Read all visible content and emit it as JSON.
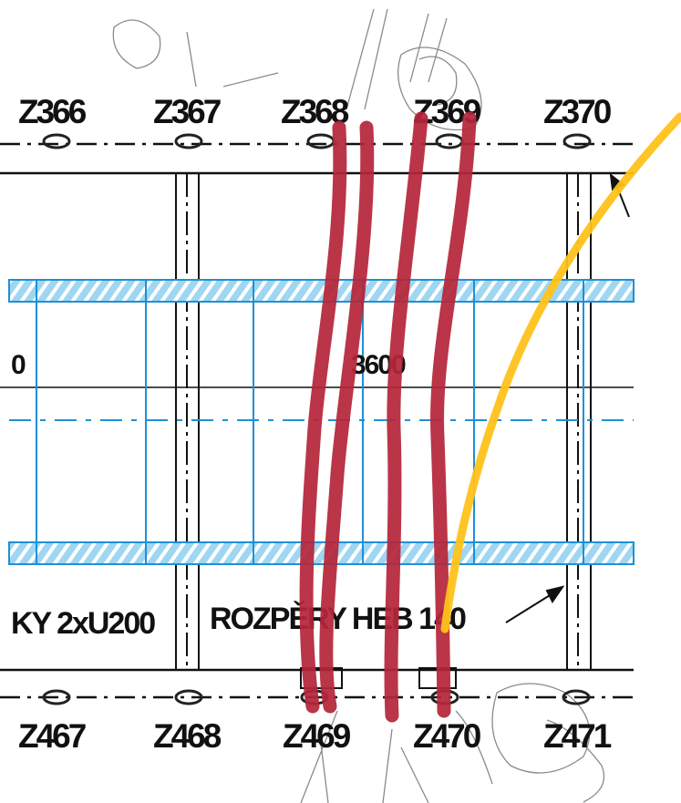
{
  "top_labels": [
    "Z366",
    "Z367",
    "Z368",
    "Z369",
    "Z370"
  ],
  "bottom_labels": [
    "Z467",
    "Z468",
    "Z469",
    "Z470",
    "Z471"
  ],
  "dimension_text": "3600",
  "left_edge_text": "0",
  "left_note": "KY 2xU200",
  "note": "ROZPĚRY HEB 140",
  "colors": {
    "blue_lines": "#1e90d6",
    "blue_hatch": "#7cc8ee",
    "red_marker": "#b5263a",
    "yellow_marker": "#ffc21a",
    "sketch_grey": "#8a8a8a"
  }
}
